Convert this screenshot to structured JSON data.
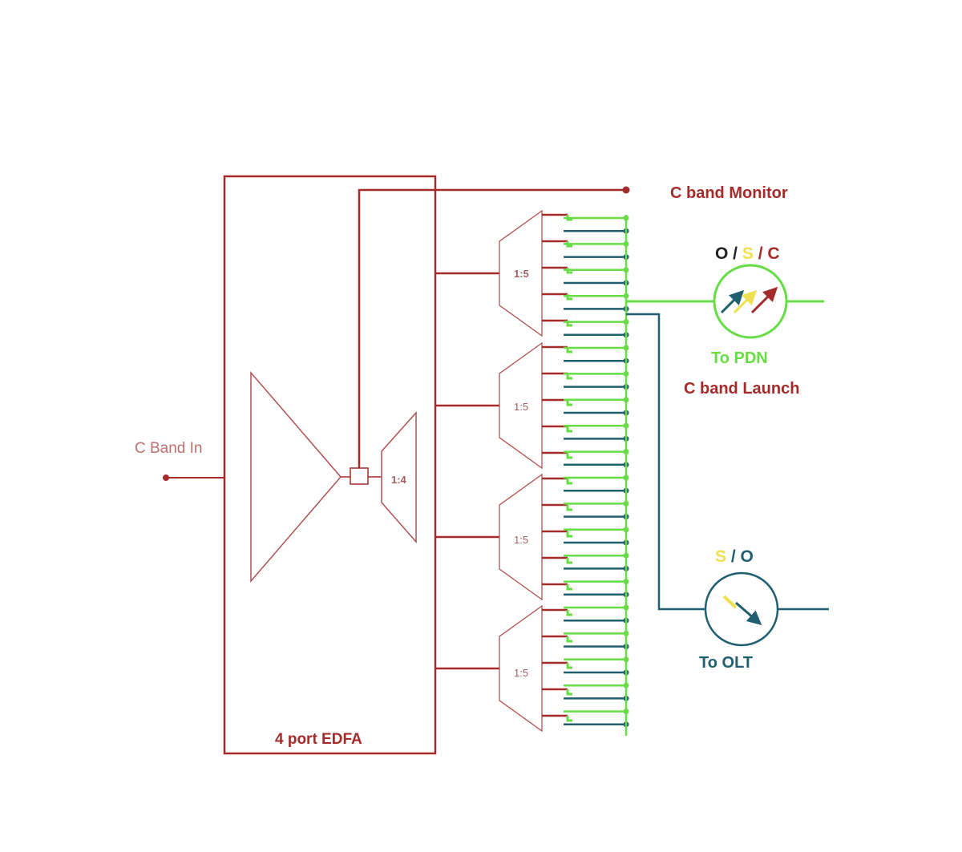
{
  "diagram": {
    "labels": {
      "c_band_monitor": "C band Monitor",
      "c_band_launch": "C band Launch",
      "to_pdn": "To PDN",
      "to_olt": "To OLT",
      "c_band_in": "C Band In",
      "edfa": "4 port EDFA"
    },
    "osc_filter": {
      "o": "O",
      "s": "S",
      "c": "C",
      "sep": " / "
    },
    "so_filter": {
      "s": "S",
      "o": "O",
      "sep": " / "
    },
    "inner_splitter_ratio": "1:4",
    "splitter_ratios": [
      "1:5",
      "1:5",
      "1:5",
      "1:5"
    ],
    "colors": {
      "edfa_red": "#a52a2a",
      "c_band_green": "#66dd44",
      "o_band_blue": "#1f5f6f",
      "s_band_yellow": "#f0e050"
    },
    "icons": [
      "amplifier-triangle",
      "splitter-trapezoid",
      "wdm-filter-circle"
    ]
  }
}
